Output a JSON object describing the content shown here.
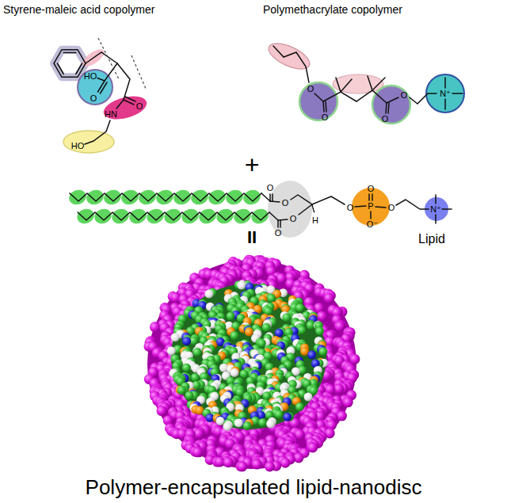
{
  "diagram": {
    "caption": "Polymer-encapsulated lipid-nanodisc",
    "labels": [
      "Styrene-maleic acid copolymer",
      "Polymethacrylate copolymer",
      "HO",
      "O",
      "HN",
      "O",
      "HO",
      "O",
      "O",
      "O",
      "O",
      "N⁺",
      "O",
      "O",
      "O",
      "O",
      "H",
      "O",
      "P",
      "O",
      "O⁻",
      "O",
      "N⁺",
      "+",
      "Lipid",
      "II"
    ]
  }
}
